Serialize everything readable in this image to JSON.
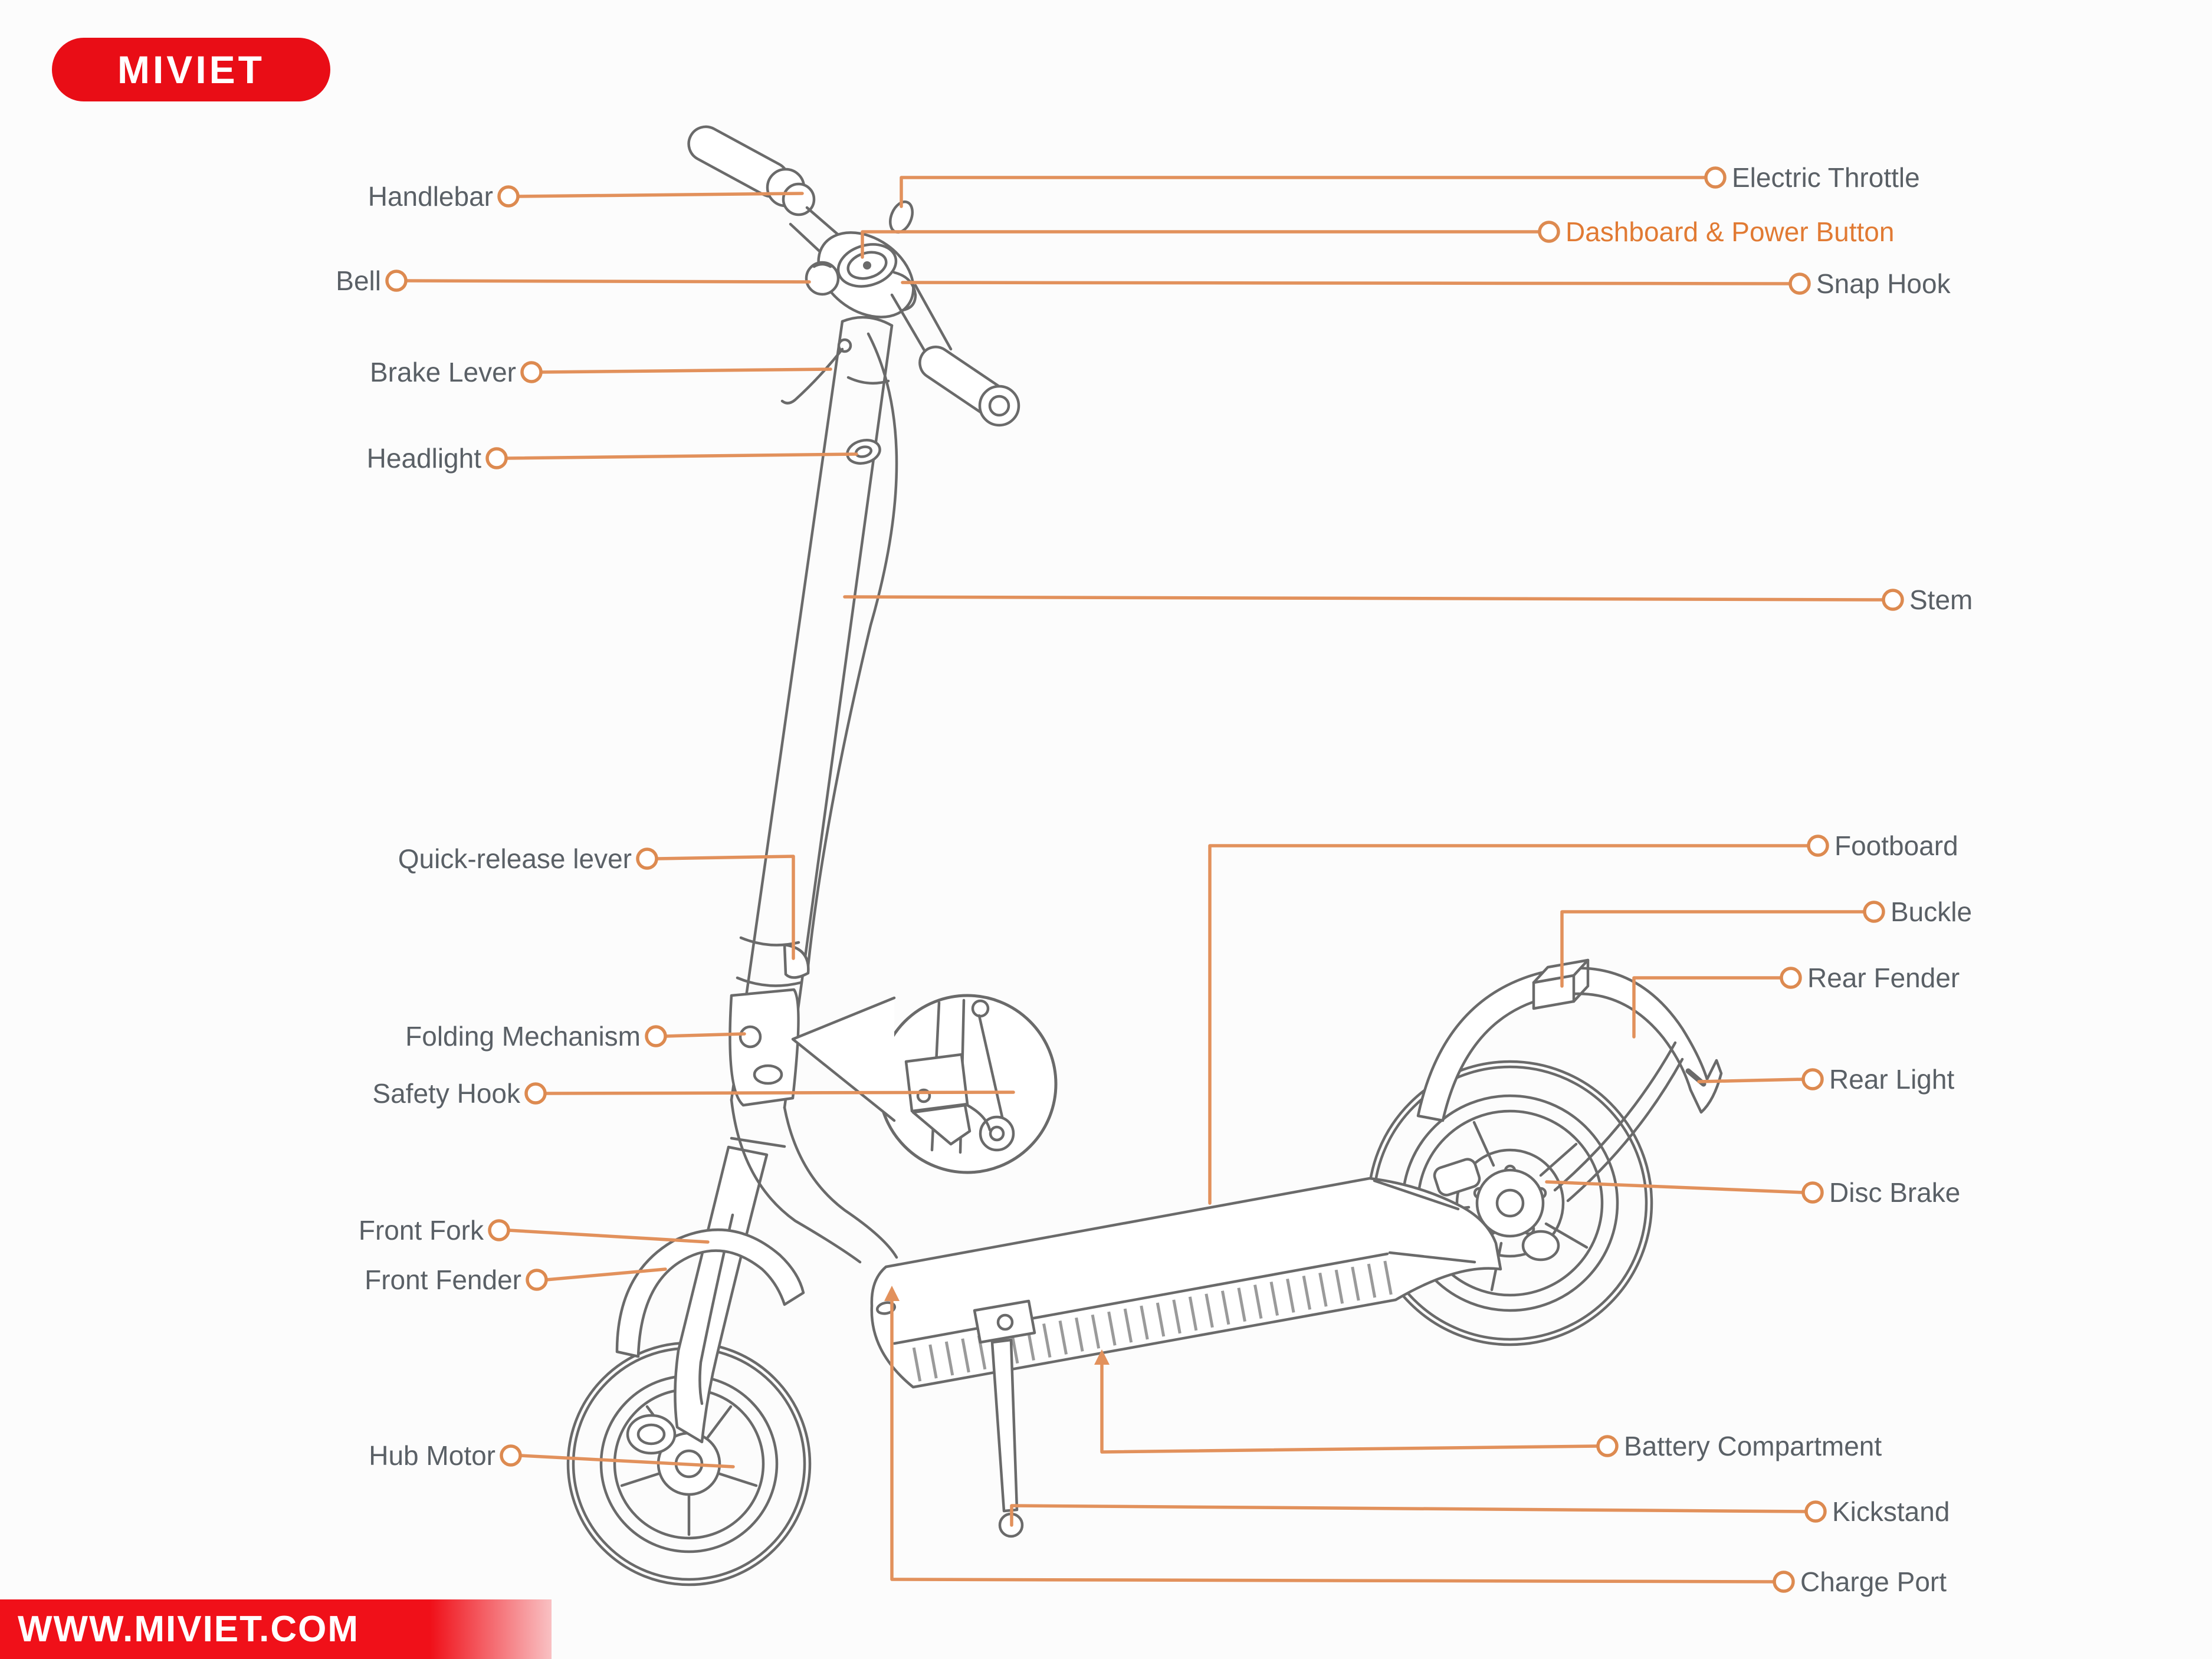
{
  "brand": {
    "logo_text": "MIVIET",
    "website_text": "WWW.MIVIET.COM"
  },
  "colors": {
    "accent_line": "#E2915C",
    "accent_dot": "#DD8A50",
    "label_text": "#5A6066",
    "highlight_text": "#E17A33",
    "brand_red": "#E90D16",
    "artwork_stroke": "#6A6A6A"
  },
  "diagram": {
    "subject": "electric scooter parts diagram",
    "left_labels": [
      {
        "text": "Handlebar"
      },
      {
        "text": "Bell"
      },
      {
        "text": "Brake Lever"
      },
      {
        "text": "Headlight"
      },
      {
        "text": "Quick-release lever"
      },
      {
        "text": "Folding Mechanism"
      },
      {
        "text": "Safety Hook"
      },
      {
        "text": "Front Fork"
      },
      {
        "text": "Front Fender"
      },
      {
        "text": "Hub Motor"
      }
    ],
    "right_labels": [
      {
        "text": "Electric Throttle",
        "style": "normal"
      },
      {
        "text": "Dashboard & Power Button",
        "style": "highlight"
      },
      {
        "text": "Snap Hook",
        "style": "normal"
      },
      {
        "text": "Stem",
        "style": "normal"
      },
      {
        "text": "Footboard",
        "style": "normal"
      },
      {
        "text": "Buckle",
        "style": "normal"
      },
      {
        "text": "Rear Fender",
        "style": "normal"
      },
      {
        "text": "Rear Light",
        "style": "normal"
      },
      {
        "text": "Disc Brake",
        "style": "normal"
      },
      {
        "text": "Battery Compartment",
        "style": "normal"
      },
      {
        "text": "Kickstand",
        "style": "normal"
      },
      {
        "text": "Charge Port",
        "style": "normal"
      }
    ]
  }
}
